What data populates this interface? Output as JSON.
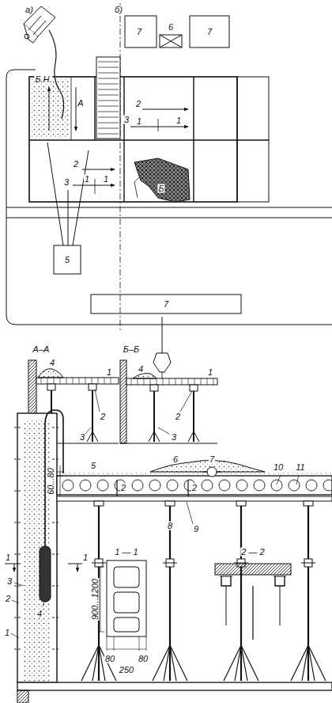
{
  "diagram": {
    "labels": [
      "а)",
      "б)",
      "Б.Н.",
      "7",
      "6",
      "7",
      "А",
      "2",
      "3",
      "1",
      "1",
      "2",
      "3",
      "1",
      "1",
      "Б",
      "5",
      "7",
      "А–А",
      "Б–Б",
      "4",
      "1",
      "2",
      "3",
      "4",
      "1",
      "2",
      "3",
      "60...80",
      "5",
      "2",
      "6",
      "7",
      "10",
      "11",
      "1",
      "1",
      "1 — 1",
      "2 — 2",
      "3",
      "4",
      "2",
      "1",
      "8",
      "9",
      "900...1200",
      "80",
      "80",
      "250",
      "2"
    ]
  }
}
